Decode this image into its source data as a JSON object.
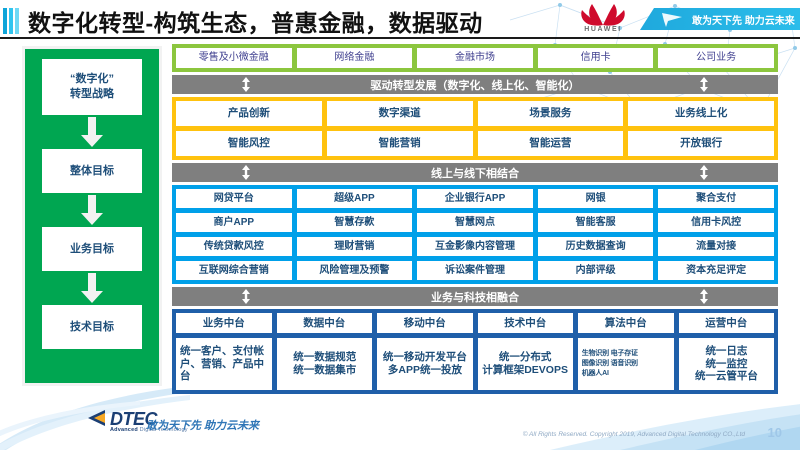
{
  "header": {
    "title": "数字化转型-构筑生态，普惠金融，数据驱动",
    "brand": "HUAWEI",
    "banner_text": "敢为天下先 助力云未来"
  },
  "colors": {
    "green": "#00a651",
    "light_green": "#8cc63e",
    "orange": "#ffc20e",
    "cyan": "#00a0e9",
    "navy": "#1f5fa9",
    "band_gray": "#7f7f7f",
    "text_blue": "#1e4e79"
  },
  "strategy_column": {
    "items": [
      {
        "label": "“数字化”\n转型战略"
      },
      {
        "label": "整体目标"
      },
      {
        "label": "业务目标"
      },
      {
        "label": "技术目标"
      }
    ],
    "item0_line1": "“数字化”",
    "item0_line2": "转型战略",
    "item1": "整体目标",
    "item2": "业务目标",
    "item3": "技术目标"
  },
  "business_lines": {
    "items": [
      "零售及小微金融",
      "网络金融",
      "金融市场",
      "信用卡",
      "公司业务"
    ]
  },
  "bands": {
    "drive": "驱动转型发展（数字化、线上化、智能化）",
    "online_offline": "线上与线下相结合",
    "biz_tech": "业务与科技相融合"
  },
  "transformation": {
    "row1": [
      "产品创新",
      "数字渠道",
      "场景服务",
      "业务线上化"
    ],
    "row2": [
      "智能风控",
      "智能营销",
      "智能运营",
      "开放银行"
    ]
  },
  "online_offline": {
    "row1": [
      "网贷平台",
      "超级APP",
      "企业银行APP",
      "网银",
      "聚合支付"
    ],
    "row2": [
      "商户APP",
      "智慧存款",
      "智慧网点",
      "智能客服",
      "信用卡风控"
    ],
    "row3": [
      "传统贷款风控",
      "理财营销",
      "互金影像内容管理",
      "历史数据查询",
      "流量对接"
    ],
    "row4": [
      "互联网综合营销",
      "风险管理及预警",
      "诉讼案件管理",
      "内部评级",
      "资本充足评定"
    ]
  },
  "middle_platforms": {
    "headers": [
      "业务中台",
      "数据中台",
      "移动中台",
      "技术中台",
      "算法中台",
      "运营中台"
    ],
    "details": [
      [
        "统一客户、支付帐户、营销、产品中台"
      ],
      [
        "统一数据规范",
        "统一数据集市"
      ],
      [
        "统一移动开发平台",
        "多APP统一投放"
      ],
      [
        "统一分布式",
        "计算框架DEVOPS"
      ],
      [
        "生物识别 电子存证",
        "图像识别 语音识别",
        "机器人AI"
      ],
      [
        "统一日志",
        "统一监控",
        "统一云管平台"
      ]
    ],
    "d0_l1": "统一客户、支付帐",
    "d0_l2": "户、营销、产品中",
    "d0_l3": "台",
    "d1_l1": "统一数据规范",
    "d1_l2": "统一数据集市",
    "d2_l1": "统一移动开发平台",
    "d2_l2": "多APP统一投放",
    "d3_l1": "统一分布式",
    "d3_l2": "计算框架DEVOPS",
    "d4_l1": "生物识别 电子存证",
    "d4_l2": "图像识别 语音识别",
    "d4_l3": "机器人AI",
    "d5_l1": "统一日志",
    "d5_l2": "统一监控",
    "d5_l3": "统一云管平台"
  },
  "footer": {
    "logo_name": "DTEC",
    "logo_sub_bold": "Advanced",
    "logo_sub_rest": " Digital Technology",
    "slogan": "敢为天下先   助力云未来",
    "copyright": "© All Rights Reserved. Copyright 2019, Advanced Digital Technology CO.,Ltd",
    "page_number": "10"
  }
}
